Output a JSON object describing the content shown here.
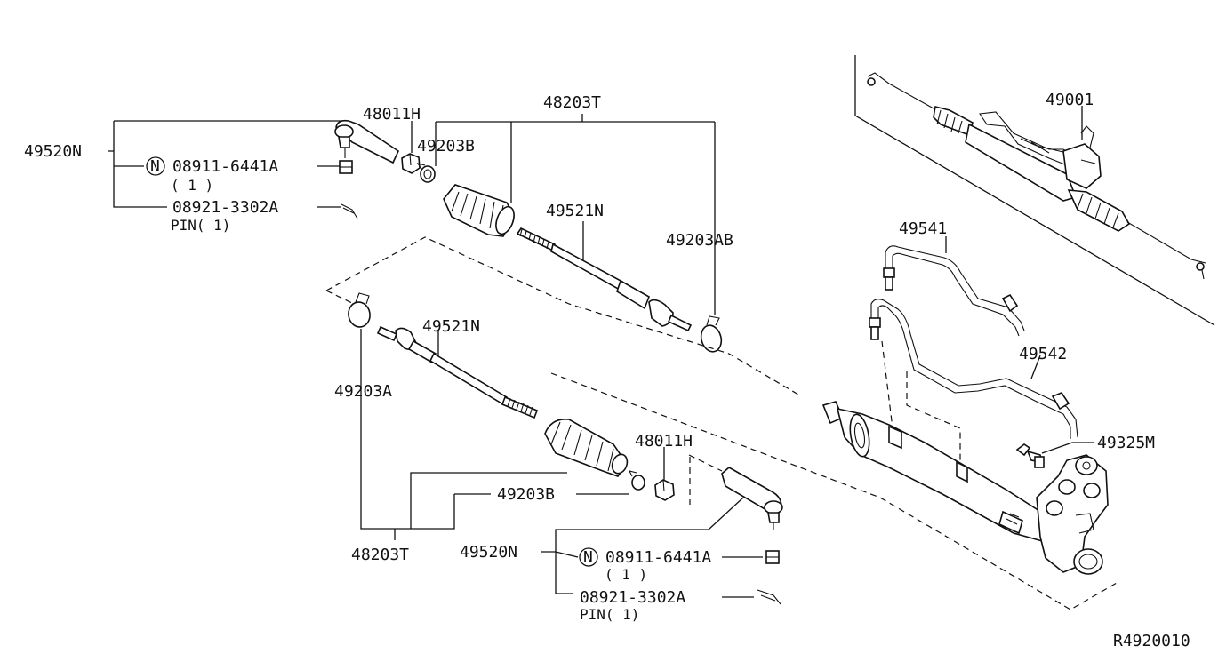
{
  "labels": {
    "tie_rod_end_top": "49520N",
    "nut_top": "08911-6441A",
    "nut_qty_top": "( 1 )",
    "pin_top": "08921-3302A",
    "pin_qty_top": "PIN( 1)",
    "lock_nut_top": "48011H",
    "boot_kit_top": "48203T",
    "clamp_top": "49203B",
    "inner_socket_top": "49521N",
    "clamp_ab": "49203AB",
    "gear_assembly": "49001",
    "tube_1": "49541",
    "tube_2": "49542",
    "bolt": "49325M",
    "clamp_a": "49203A",
    "inner_socket_bottom": "49521N",
    "lock_nut_bottom": "48011H",
    "clamp_bottom": "49203B",
    "boot_kit_bottom": "48203T",
    "tie_rod_end_bottom": "49520N",
    "nut_bottom": "08911-6441A",
    "nut_qty_bottom": "( 1 )",
    "pin_bottom": "08921-3302A",
    "pin_qty_bottom": "PIN( 1)",
    "ref_code": "R4920010",
    "n_symbol": "N"
  }
}
